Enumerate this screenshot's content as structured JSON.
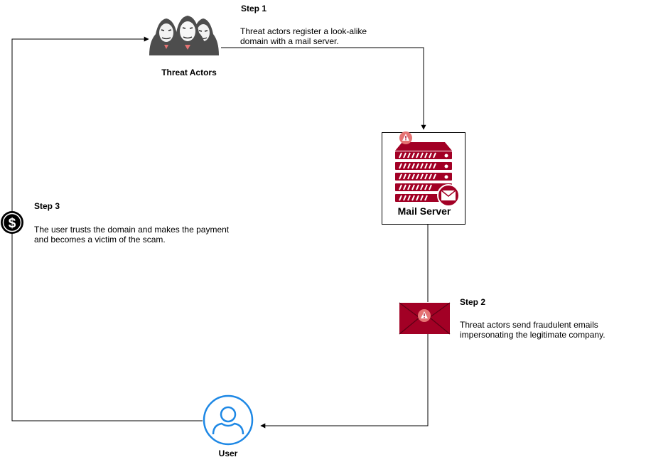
{
  "nodes": {
    "threat_actors": {
      "label": "Threat Actors",
      "icon": "anonymous-masks-icon"
    },
    "mail_server": {
      "label": "Mail Server",
      "icon": "server-stack-icon"
    },
    "email": {
      "icon": "warning-envelope-icon"
    },
    "user": {
      "label": "User",
      "icon": "user-circle-icon"
    },
    "payment": {
      "icon": "dollar-coin-icon"
    }
  },
  "steps": [
    {
      "title": "Step 1",
      "description": "Threat actors register a look-alike domain with a mail server."
    },
    {
      "title": "Step 2",
      "description": "Threat actors send fraudulent emails impersonating the legitimate company."
    },
    {
      "title": "Step 3",
      "description": "The user trusts the domain and makes the payment and becomes a victim of the scam."
    }
  ],
  "colors": {
    "threat_red": "#a20025",
    "warning_badge": "#e57373",
    "user_blue": "#1e88e5",
    "mask_gray": "#4d4d4d",
    "edge": "#000000"
  }
}
